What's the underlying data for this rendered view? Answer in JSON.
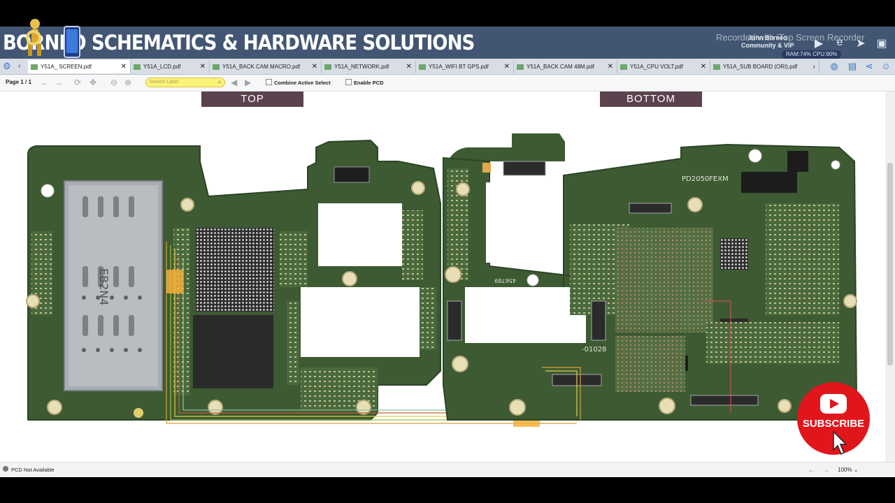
{
  "header": {
    "title": "BORNEO SCHEMATICS & HARDWARE SOLUTIONS",
    "watermark": "Recorded with iTop Screen Recorder",
    "user_name": "John Borneo",
    "user_role": "Community & VIP",
    "stats": "RAM:74%  CPU:90%"
  },
  "tabs": [
    {
      "label": "Y51A_  SCREEN.pdf"
    },
    {
      "label": "Y51A_LCD.pdf"
    },
    {
      "label": "Y51A_BACK CAM MACRO.pdf"
    },
    {
      "label": "Y51A_NETWORK.pdf"
    },
    {
      "label": "Y51A_WIFI BT GPS.pdf"
    },
    {
      "label": "Y51A_BACK CAM 48M.pdf"
    },
    {
      "label": "Y51A_CPU VOLT.pdf"
    },
    {
      "label": "Y51A_SUB BOARD (ORI).pdf"
    }
  ],
  "toolbar": {
    "page": "Page 1 / 1",
    "search_placeholder": "Search Label",
    "combine": "Combine Active Select",
    "enable_pcd": "Enable PCD"
  },
  "board": {
    "top_label": "TOP",
    "bottom_label": "BOTTOM",
    "silk_left": "EB2N4",
    "silk_right": "PD2050FEXM",
    "silk_code": "-01028",
    "silk_num": "456789"
  },
  "status": {
    "pcd": "PCD Not Available",
    "zoom": "100%"
  },
  "overlay": {
    "subscribe": "SUBSCRIBE"
  },
  "colors": {
    "banner": "#425673",
    "board": "#3d5a33",
    "label_bg": "#5a434f",
    "subscribe": "#e0161c"
  }
}
